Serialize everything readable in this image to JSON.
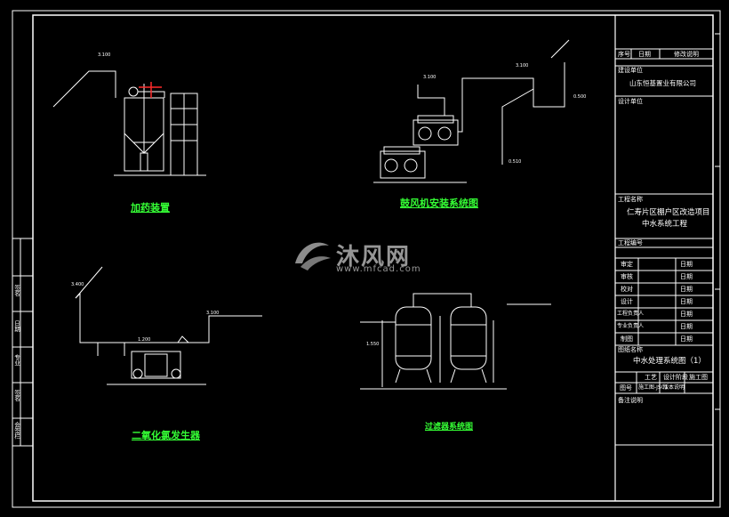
{
  "drawing": {
    "labels": {
      "dosing": "加药装置",
      "blower": "鼓风机安装系统图",
      "chlorine": "二氧化氯发生器",
      "filter": "过滤器系统图"
    },
    "elevations": {
      "e1": "3.100",
      "e2": "3.100",
      "e3": "3.100",
      "e4": "0.500",
      "e5": "0.510",
      "e6": "3.400",
      "e7": "3.100",
      "e8": "1.200",
      "e9": "1.550"
    }
  },
  "title_block": {
    "header": {
      "seq": "序号",
      "date": "日期",
      "content": "修改说明"
    },
    "client_label": "建设单位",
    "client_name": "山东恒基置业有限公司",
    "designer_label": "设计单位",
    "project_label": "工程名称",
    "project_name_1": "仁寿片区棚户区改造项目",
    "project_name_2": "中水系统工程",
    "project_no_label": "工程编号",
    "rows": [
      {
        "role": "审定",
        "date": "日期"
      },
      {
        "role": "审核",
        "date": "日期"
      },
      {
        "role": "校对",
        "date": "日期"
      },
      {
        "role": "设计",
        "date": "日期"
      },
      {
        "role": "工程负责人",
        "date": "日期"
      },
      {
        "role": "专业负责人",
        "date": "日期"
      },
      {
        "role": "制图",
        "date": "日期"
      }
    ],
    "drawing_name_label": "图纸名称",
    "drawing_name": "中水处理系统图（1）",
    "bottom_left": "工艺",
    "bottom_mid": "设计阶段",
    "bottom_right": "施工图",
    "code_label": "图号",
    "code": "施工图-JS01",
    "remark": "版本说明",
    "notes_label": "备注说明"
  },
  "side_strip": {
    "a": "签名",
    "b": "日期",
    "c": "专业",
    "d": "签名",
    "e": "会签栏"
  },
  "watermark": {
    "brand": "沐风网",
    "url": "www.mfcad.com"
  }
}
